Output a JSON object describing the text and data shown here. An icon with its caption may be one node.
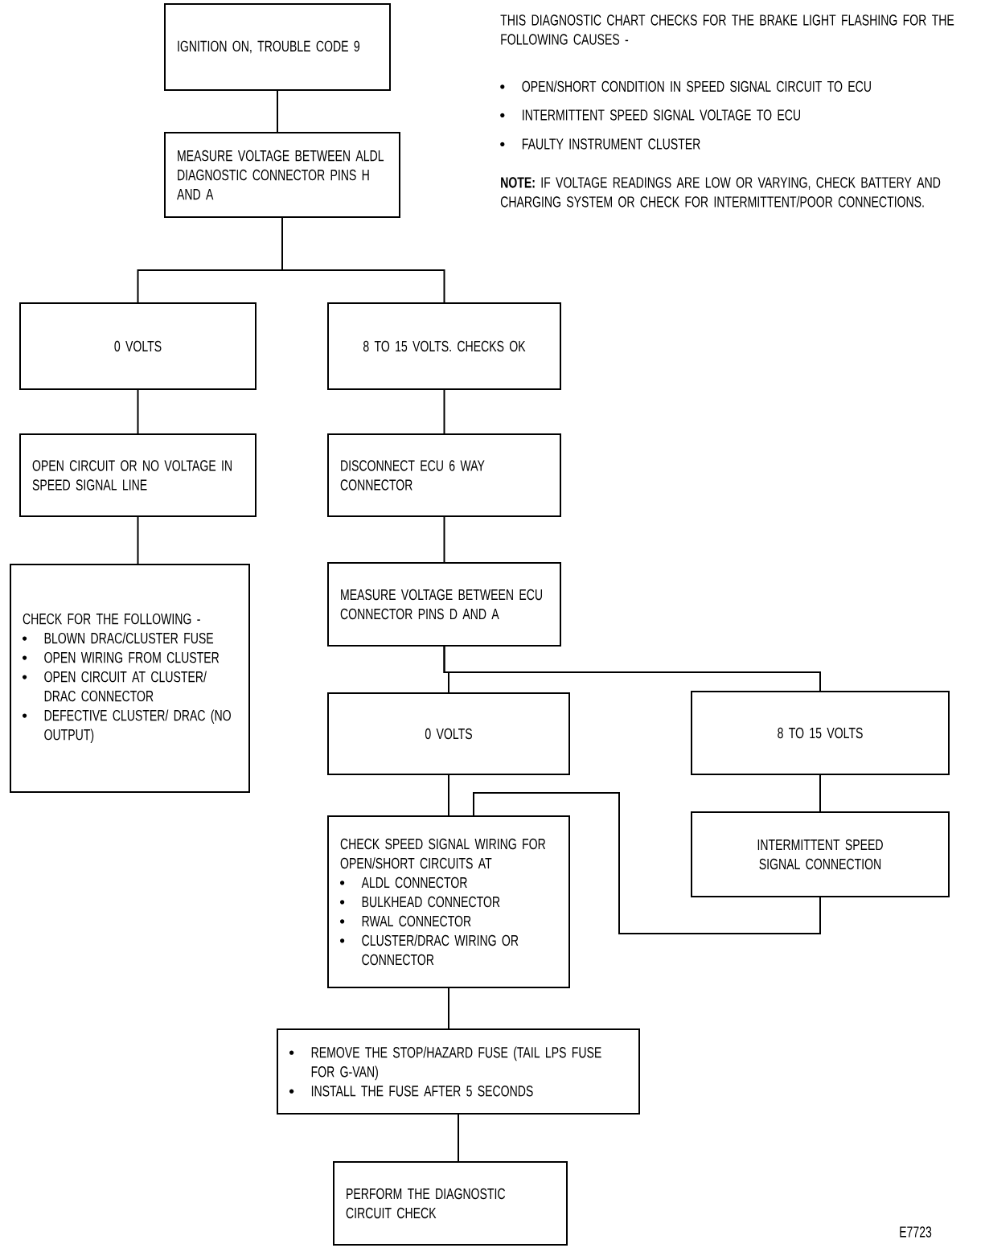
{
  "diagram": {
    "nodes": [
      {
        "text": [
          "IGNITION ON, TROUBLE CODE 9"
        ]
      },
      {
        "text": [
          "MEASURE VOLTAGE BETWEEN ALDL DIAGNOSTIC CONNECTOR PINS H AND A"
        ]
      },
      {
        "text": [
          "0 VOLTS"
        ]
      },
      {
        "text": [
          "8 TO 15 VOLTS. CHECKS OK"
        ]
      },
      {
        "text": [
          "OPEN CIRCUIT OR NO VOLTAGE IN SPEED SIGNAL LINE"
        ]
      },
      {
        "text": [
          "DISCONNECT ECU 6 WAY CONNECTOR"
        ]
      },
      {
        "text": [
          "CHECK FOR THE FOLLOWING -",
          "BLOWN DRAC/CLUSTER FUSE",
          "OPEN WIRING FROM CLUSTER",
          "OPEN CIRCUIT AT CLUSTER/ DRAC CONNECTOR",
          "DEFECTIVE CLUSTER/ DRAC (NO OUTPUT)"
        ]
      },
      {
        "text": [
          "MEASURE VOLTAGE BETWEEN ECU CONNECTOR PINS D AND A"
        ]
      },
      {
        "text": [
          "0 VOLTS"
        ]
      },
      {
        "text": [
          "8 TO 15 VOLTS"
        ]
      },
      {
        "text": [
          "CHECK SPEED SIGNAL WIRING FOR OPEN/SHORT CIRCUITS AT",
          "ALDL CONNECTOR",
          "BULKHEAD CONNECTOR",
          "RWAL CONNECTOR",
          "CLUSTER/DRAC WIRING OR CONNECTOR"
        ]
      },
      {
        "text": [
          "INTERMITTENT SPEED SIGNAL CONNECTION"
        ]
      },
      {
        "text": [
          "REMOVE THE STOP/HAZARD FUSE (TAIL LPS FUSE FOR G-VAN)",
          "INSTALL THE FUSE AFTER 5 SECONDS"
        ]
      },
      {
        "text": [
          "PERFORM THE DIAGNOSTIC CIRCUIT CHECK"
        ]
      }
    ],
    "edges": [
      {
        "from": 0,
        "to": 1,
        "arrow": "none"
      },
      {
        "from": 1,
        "to": 2,
        "arrow": "none"
      },
      {
        "from": 1,
        "to": 3,
        "arrow": "none"
      },
      {
        "from": 2,
        "to": 4,
        "arrow": "none"
      },
      {
        "from": 3,
        "to": 5,
        "arrow": "none"
      },
      {
        "from": 4,
        "to": 6,
        "arrow": "none"
      },
      {
        "from": 5,
        "to": 7,
        "arrow": "none"
      },
      {
        "from": 7,
        "to": 8,
        "arrow": "none"
      },
      {
        "from": 7,
        "to": 9,
        "arrow": "none"
      },
      {
        "from": 8,
        "to": 10,
        "arrow": "none"
      },
      {
        "from": 9,
        "to": 11,
        "arrow": "none"
      },
      {
        "from": 11,
        "to": 10,
        "arrow": "none"
      },
      {
        "from": 10,
        "to": 12,
        "arrow": "none"
      },
      {
        "from": 12,
        "to": 13,
        "arrow": "none"
      }
    ],
    "labels": [
      "THIS DIAGNOSTIC CHART CHECKS FOR THE BRAKE LIGHT FLASHING FOR THE FOLLOWING CAUSES -",
      "OPEN/SHORT CONDITION IN SPEED SIGNAL CIRCUIT TO ECU",
      "INTERMITTENT SPEED SIGNAL VOLTAGE TO ECU",
      "FAULTY INSTRUMENT CLUSTER",
      "**NOTE:** IF VOLTAGE READINGS ARE LOW OR VARYING, CHECK BATTERY AND CHARGING SYSTEM OR CHECK FOR INTERMITTENT/POOR CONNECTIONS.",
      "E7723"
    ]
  }
}
